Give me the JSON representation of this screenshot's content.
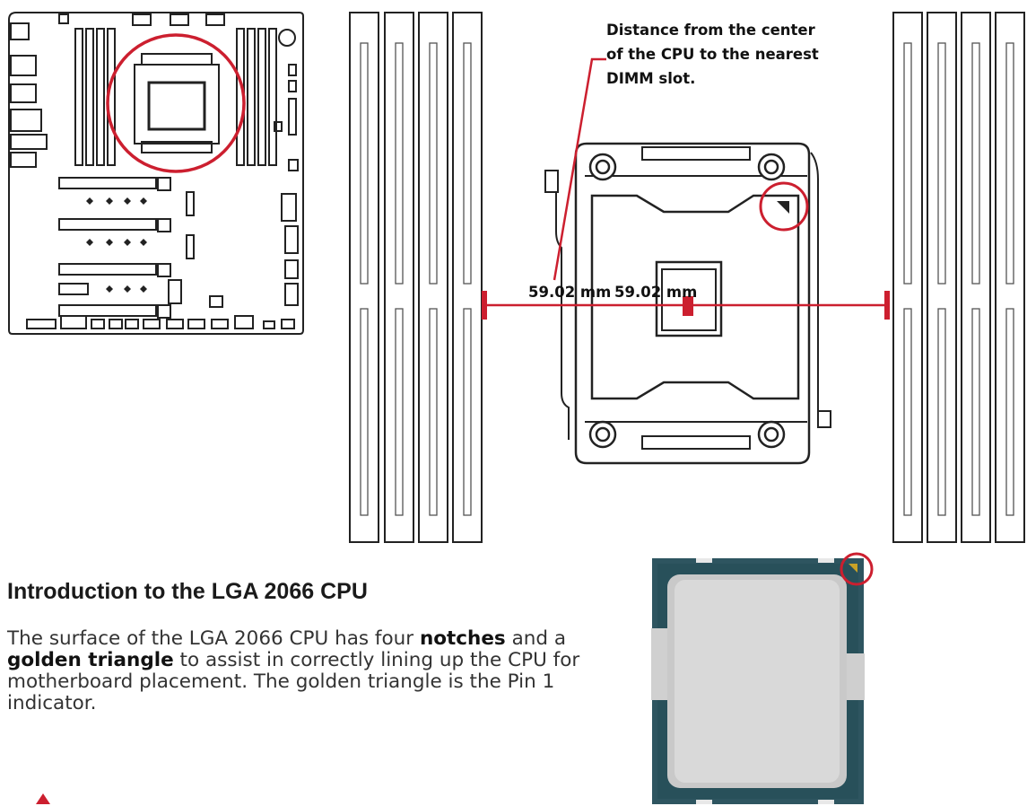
{
  "annotation": {
    "line1": "Distance from the center",
    "line2": "of the CPU to the nearest",
    "line3": "DIMM slot."
  },
  "dimension": {
    "left_value": "59.02 mm",
    "right_value": "59.02 mm"
  },
  "intro": {
    "heading": "Introduction to the LGA 2066 CPU",
    "p1": "The surface of the LGA 2066 CPU has four ",
    "b1": "notches",
    "p2": " and a ",
    "b2": "golden triangle",
    "p3": " to assist in correctly lining up the CPU for motherboard placement. The golden triangle is the Pin 1 indicator."
  },
  "colors": {
    "accent_red": "#cc1f2f",
    "cpu_substrate": "#2e5560",
    "cpu_heatspreader": "#d4d4d4",
    "pin1_triangle": "#c9a227"
  },
  "icons": [
    "warning-icon"
  ]
}
